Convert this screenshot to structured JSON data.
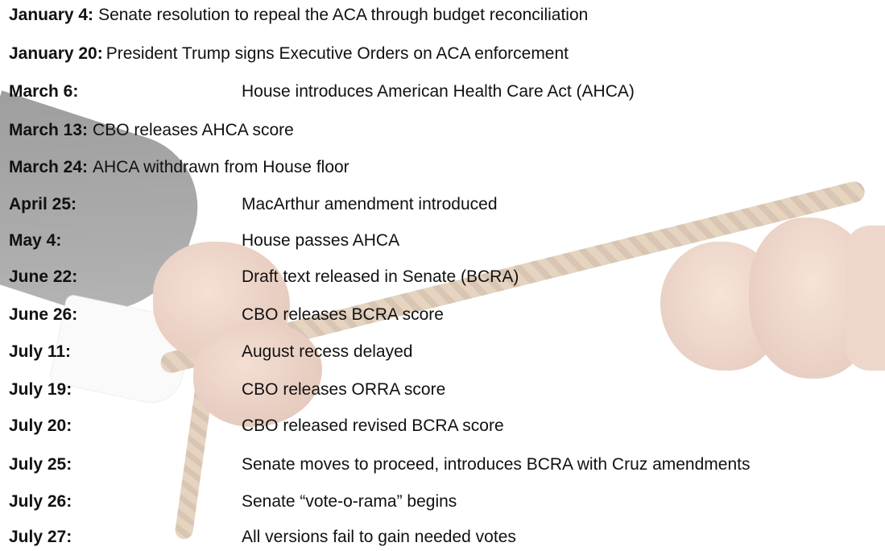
{
  "timeline": [
    {
      "date": "January 4:",
      "event": "Senate resolution to repeal the ACA through budget reconciliation"
    },
    {
      "date": "January 20:",
      "event": "President Trump signs Executive Orders on ACA enforcement"
    },
    {
      "date": "March 6:",
      "event": "House introduces American Health Care Act (AHCA)"
    },
    {
      "date": "March 13:",
      "event": "CBO releases AHCA score"
    },
    {
      "date": "March 24:",
      "event": "AHCA withdrawn from House floor"
    },
    {
      "date": "April 25:",
      "event": "MacArthur amendment introduced"
    },
    {
      "date": "May 4:",
      "event": "House passes AHCA"
    },
    {
      "date": "June 22:",
      "event": "Draft text released in Senate (BCRA)"
    },
    {
      "date": "June 26:",
      "event": "CBO releases BCRA score"
    },
    {
      "date": "July 11:",
      "event": "August recess delayed"
    },
    {
      "date": "July 19:",
      "event": "CBO releases ORRA score"
    },
    {
      "date": "July 20:",
      "event": "CBO released revised BCRA score"
    },
    {
      "date": "July 25:",
      "event": "Senate moves to proceed, introduces BCRA with Cruz amendments"
    },
    {
      "date": "July 26:",
      "event": "Senate “vote-o-rama” begins"
    },
    {
      "date": "July 27:",
      "event": "All versions fail to gain needed votes"
    }
  ],
  "background_image": {
    "subject": "tug-of-war hands pulling rope"
  }
}
